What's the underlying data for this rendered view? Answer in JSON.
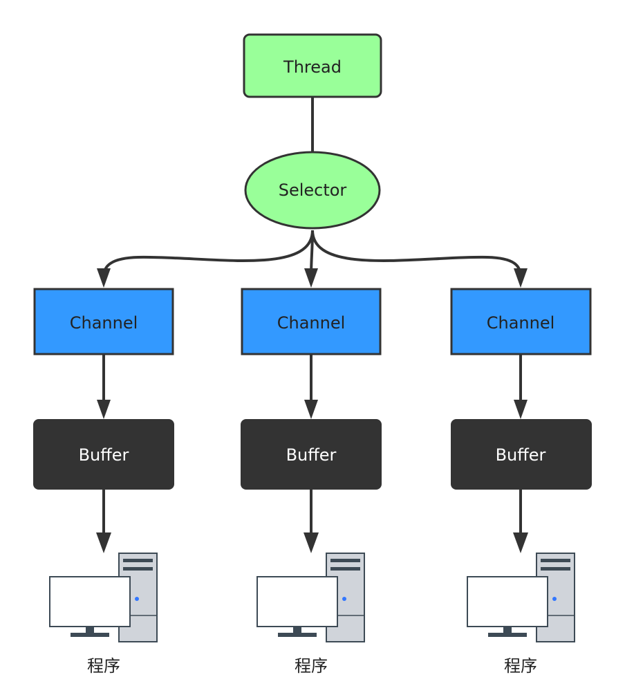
{
  "thread": {
    "label": "Thread"
  },
  "selector": {
    "label": "Selector"
  },
  "columns": [
    {
      "channel": "Channel",
      "buffer": "Buffer",
      "program": "程序"
    },
    {
      "channel": "Channel",
      "buffer": "Buffer",
      "program": "程序"
    },
    {
      "channel": "Channel",
      "buffer": "Buffer",
      "program": "程序"
    }
  ],
  "colors": {
    "thread_fill": "#99ff99",
    "selector_fill": "#99ff99",
    "channel_fill": "#3399ff",
    "buffer_fill": "#333333",
    "stroke": "#333333",
    "buffer_text": "#ffffff",
    "node_text": "#222222"
  },
  "icons": [
    "desktop-computer-icon",
    "desktop-computer-icon",
    "desktop-computer-icon"
  ]
}
